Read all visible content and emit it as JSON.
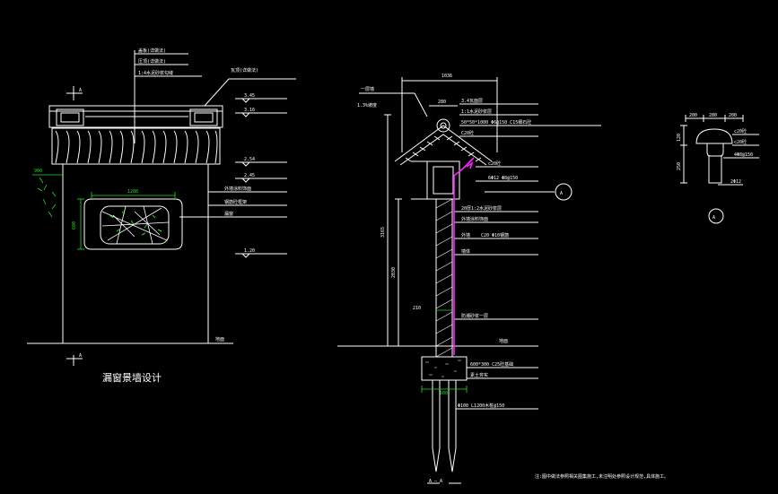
{
  "left_elevation": {
    "title": "漏窗景墙设计",
    "section_mark": "A",
    "section_mark_bottom": "A",
    "callouts": [
      "盖板(详做法)",
      "压顶(详做法)",
      "1:4水泥砂浆勾缝",
      "瓦顶(详做法)"
    ],
    "elev_marks": [
      "3.45",
      "3.16",
      "2.54",
      "2.45",
      "1.20"
    ],
    "notes": [
      "外墙涂料饰面",
      "钢筋砼框架",
      "漏窗"
    ],
    "ground_label": "地面",
    "dims": [
      "1280",
      "900",
      "600"
    ]
  },
  "section": {
    "section_label": "A — A",
    "top_dims": [
      "1036",
      "280"
    ],
    "side_dims": [
      "3165",
      "2030",
      "210"
    ],
    "callouts": [
      "一层墙",
      "1.3%坡度",
      "3.4瓦面层",
      "1:1水泥砂浆层",
      "50*50*1000 Φ6@150 C15细石砼",
      "C20砼",
      "c20砼",
      "6Φ12 Φ8@150",
      "20厚1:2水泥砂浆层",
      "外墙涂料饰面",
      "外墙",
      "C20 Φ10钢筋",
      "墙体",
      "防潮砂浆一层",
      "地面",
      "600*300 C25砼基础",
      "素土夯实",
      "Φ100 L1200木桩@150"
    ],
    "foot_dims": [
      "600"
    ],
    "circle_label": "A",
    "note": "注:图中做法参照相关图集施工,未注明处参照设计规范,具体施工。"
  },
  "detail_a": {
    "label": "A",
    "top_dims": [
      "200",
      "280",
      "200"
    ],
    "callouts": [
      "c20砼",
      "c20砼",
      "4Φ8@150",
      "2Φ12"
    ],
    "side_dims": [
      "120",
      "250"
    ]
  }
}
